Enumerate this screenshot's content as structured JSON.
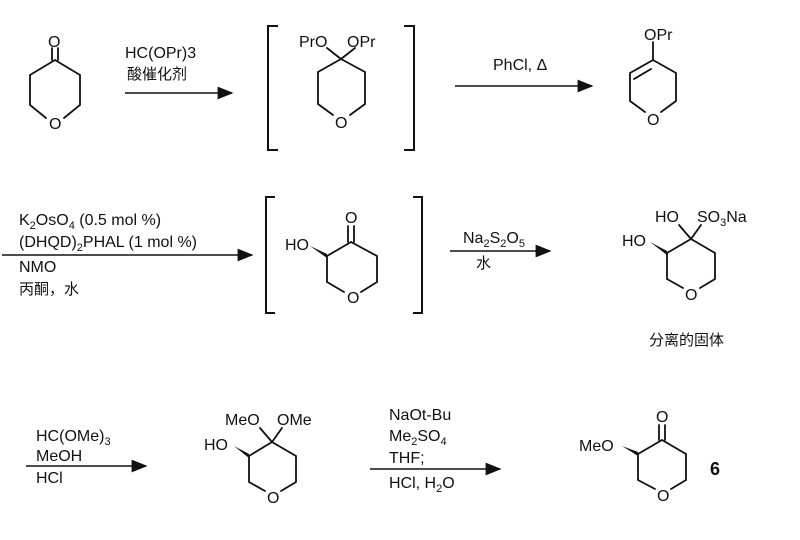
{
  "scheme": {
    "row1": {
      "start_material": {
        "atoms": [
          "O",
          "O"
        ]
      },
      "step1": {
        "reagents": [
          "HC(OPr)3",
          "酸催化剂"
        ]
      },
      "intermediate1": {
        "labels": [
          "PrO",
          "OPr",
          "O"
        ],
        "bracketed": true
      },
      "step2": {
        "reagents": [
          "PhCl, Δ"
        ]
      },
      "product1": {
        "labels": [
          "OPr",
          "O"
        ]
      }
    },
    "row2": {
      "step3": {
        "reagents": [
          "K2OsO4 (0.5 mol %)",
          "(DHQD)2PHAL (1 mol %)",
          "NMO",
          "丙酮，水"
        ]
      },
      "intermediate2": {
        "labels": [
          "HO",
          "O",
          "O"
        ],
        "bracketed": true
      },
      "step4": {
        "reagents": [
          "Na2S2O5",
          "水"
        ]
      },
      "product2": {
        "labels": [
          "HO",
          "SO3Na",
          "HO",
          "O"
        ],
        "note": "分离的固体"
      }
    },
    "row3": {
      "step5": {
        "reagents": [
          "HC(OMe)3",
          "MeOH",
          "HCl"
        ]
      },
      "product3": {
        "labels": [
          "MeO",
          "OMe",
          "HO",
          "O"
        ]
      },
      "step6": {
        "reagents": [
          "NaOt-Bu",
          "Me2SO4",
          "THF;",
          "HCl, H2O"
        ]
      },
      "final_product": {
        "labels": [
          "MeO",
          "O",
          "O"
        ],
        "compound_number": "6"
      }
    }
  }
}
